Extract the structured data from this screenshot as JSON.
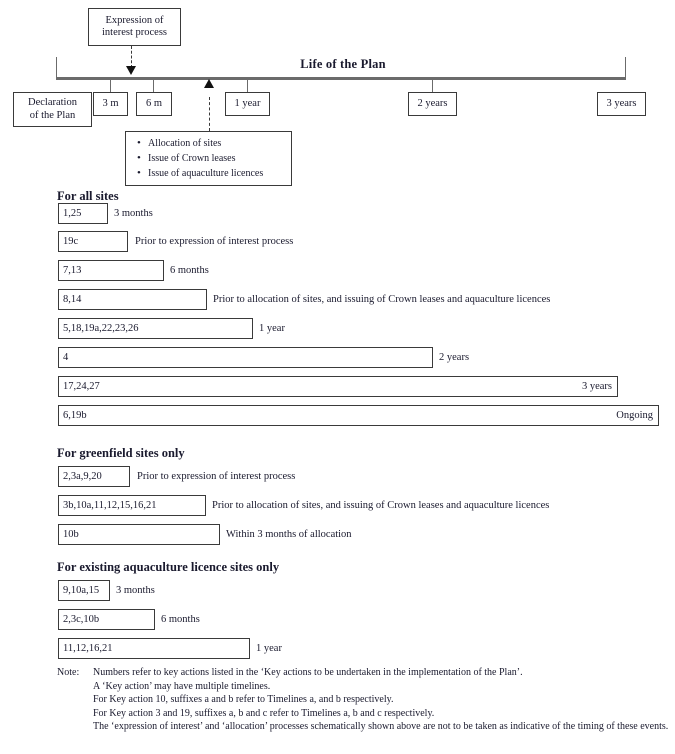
{
  "timeline": {
    "title": "Life of the Plan",
    "milestones": [
      {
        "label": "Declaration\nof the Plan",
        "label_line1": "Declaration",
        "label_line2": "of the Plan"
      },
      {
        "label": "3 m"
      },
      {
        "label": "6 m"
      },
      {
        "label": "1 year"
      },
      {
        "label": "2 years"
      },
      {
        "label": "3 years"
      }
    ],
    "callout_eoi": {
      "line1": "Expression of",
      "line2": "interest process"
    },
    "callout_allocation": {
      "items": [
        "Allocation of sites",
        "Issue of Crown leases",
        "Issue of aquaculture licences"
      ]
    }
  },
  "sections": [
    {
      "heading": "For all sites",
      "rows": [
        {
          "code": "1,25",
          "label": "3 months",
          "label_inside": false
        },
        {
          "code": "19c",
          "label": "Prior to expression of interest process",
          "label_inside": false
        },
        {
          "code": "7,13",
          "label": "6 months",
          "label_inside": false
        },
        {
          "code": "8,14",
          "label": "Prior to allocation of sites, and issuing of Crown leases and aquaculture licences",
          "label_inside": false
        },
        {
          "code": "5,18,19a,22,23,26",
          "label": "1 year",
          "label_inside": false
        },
        {
          "code": "4",
          "label": "2 years",
          "label_inside": false
        },
        {
          "code": "17,24,27",
          "label": "3 years",
          "label_inside": true
        },
        {
          "code": "6,19b",
          "label": "Ongoing",
          "label_inside": true
        }
      ]
    },
    {
      "heading": "For greenfield sites only",
      "rows": [
        {
          "code": "2,3a,9,20",
          "label": "Prior to expression of interest process",
          "label_inside": false
        },
        {
          "code": "3b,10a,11,12,15,16,21",
          "label": "Prior to allocation of sites, and issuing of Crown leases and aquaculture licences",
          "label_inside": false
        },
        {
          "code": "10b",
          "label": "Within 3 months of allocation",
          "label_inside": false
        }
      ]
    },
    {
      "heading": "For existing aquaculture licence sites only",
      "rows": [
        {
          "code": "9,10a,15",
          "label": "3 months",
          "label_inside": false
        },
        {
          "code": "2,3c,10b",
          "label": "6 months",
          "label_inside": false
        },
        {
          "code": "11,12,16,21",
          "label": "1 year",
          "label_inside": false
        }
      ]
    }
  ],
  "note": {
    "label": "Note:",
    "lines": [
      "Numbers refer to key actions listed in the ‘Key actions to be undertaken in the implementation of the Plan’.",
      "A ‘Key action’ may have multiple timelines.",
      "For Key action 10, suffixes a and b refer to Timelines a, and b respectively.",
      "For Key action 3 and 19, suffixes a, b and c refer to Timelines a, b and c respectively.",
      "The ‘expression of interest’ and ‘allocation’ processes schematically shown above are not to be taken as indicative of the timing of these events."
    ]
  },
  "colors": {
    "stroke": "#3a3a3a",
    "axis": "#6b6b6b",
    "text": "#1a1a2e",
    "background": "#ffffff"
  }
}
